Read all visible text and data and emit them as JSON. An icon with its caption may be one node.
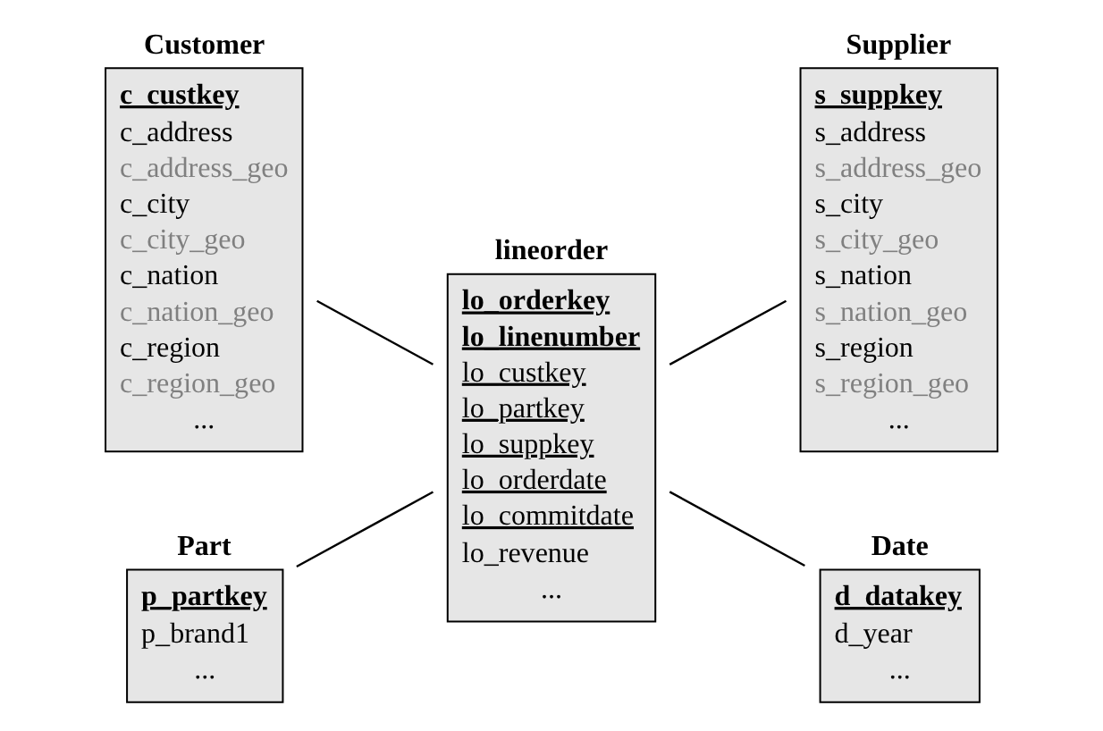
{
  "diagram": {
    "nodes": [
      {
        "text": [
          "Customer",
          "c_custkey",
          "c_address",
          "c_address_geo",
          "c_city",
          "c_city_geo",
          "c_nation",
          "c_nation_geo",
          "c_region",
          "c_region_geo",
          "..."
        ]
      },
      {
        "text": [
          "Supplier",
          "s_suppkey",
          "s_address",
          "s_address_geo",
          "s_city",
          "s_city_geo",
          "s_nation",
          "s_nation_geo",
          "s_region",
          "s_region_geo",
          "..."
        ]
      },
      {
        "text": [
          "lineorder",
          "lo_orderkey",
          "lo_linenumber",
          "lo_custkey",
          "lo_partkey",
          "lo_suppkey",
          "lo_orderdate",
          "lo_commitdate",
          "lo_revenue",
          "..."
        ]
      },
      {
        "text": [
          "Part",
          "p_partkey",
          "p_brand1",
          "..."
        ]
      },
      {
        "text": [
          "Date",
          "d_datakey",
          "d_year",
          "..."
        ]
      }
    ],
    "edges": [
      {
        "from": 0,
        "to": 2,
        "arrow": "none"
      },
      {
        "from": 3,
        "to": 2,
        "arrow": "none"
      },
      {
        "from": 2,
        "to": 1,
        "arrow": "none"
      },
      {
        "from": 2,
        "to": 4,
        "arrow": "none"
      }
    ]
  }
}
